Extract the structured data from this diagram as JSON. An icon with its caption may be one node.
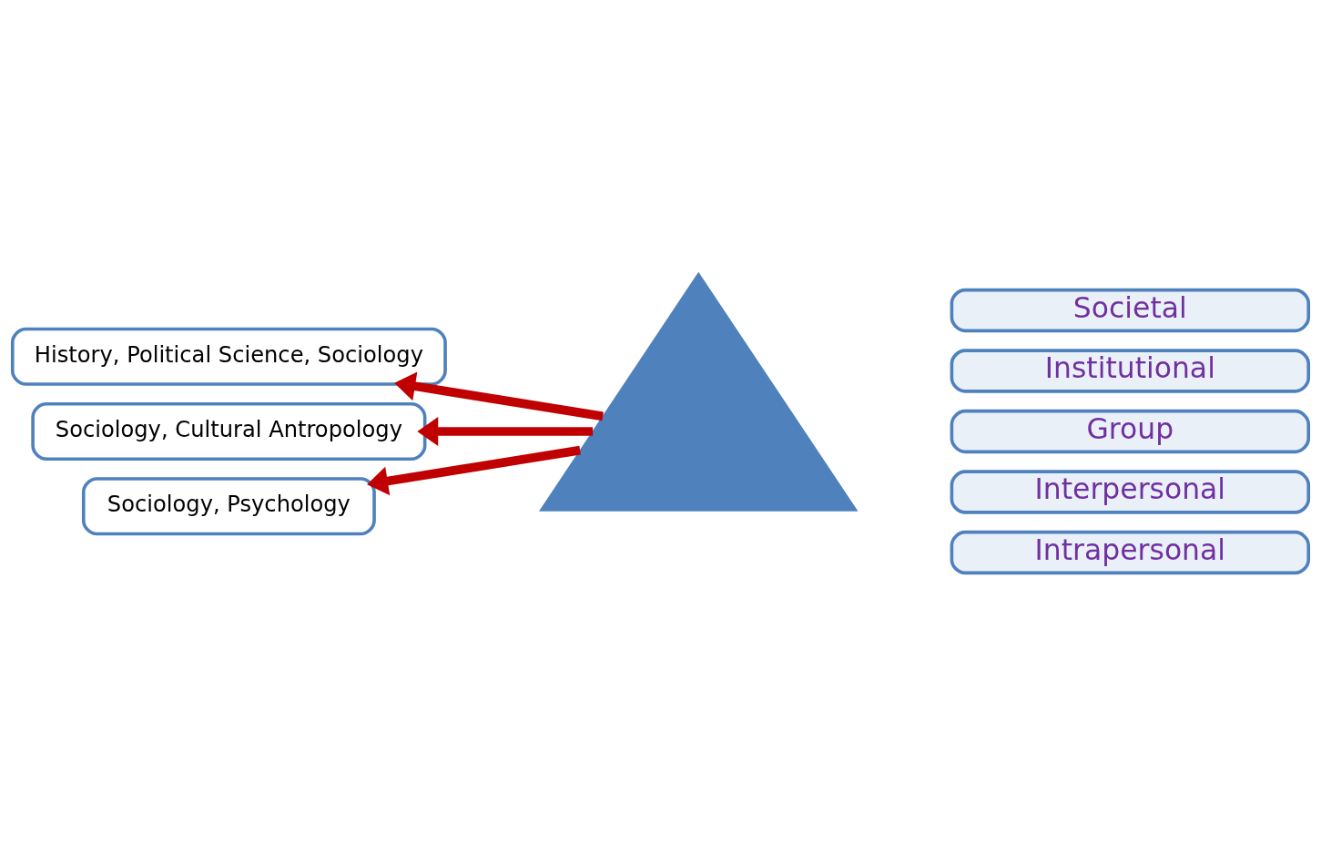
{
  "diagram": {
    "nodes": [
      {
        "text": [
          "History, Political Science, Sociology"
        ]
      },
      {
        "text": [
          "Sociology, Cultural Antropology"
        ]
      },
      {
        "text": [
          "Sociology, Psychology"
        ]
      },
      {
        "text": [],
        "shape": "triangle"
      },
      {
        "text": [
          "Societal"
        ]
      },
      {
        "text": [
          "Institutional"
        ]
      },
      {
        "text": [
          "Group"
        ]
      },
      {
        "text": [
          "Interpersonal"
        ]
      },
      {
        "text": [
          "Intrapersonal"
        ]
      }
    ],
    "edges": [
      {
        "from": 3,
        "to": 0,
        "arrow": "to"
      },
      {
        "from": 3,
        "to": 1,
        "arrow": "to"
      },
      {
        "from": 3,
        "to": 2,
        "arrow": "to"
      }
    ]
  }
}
